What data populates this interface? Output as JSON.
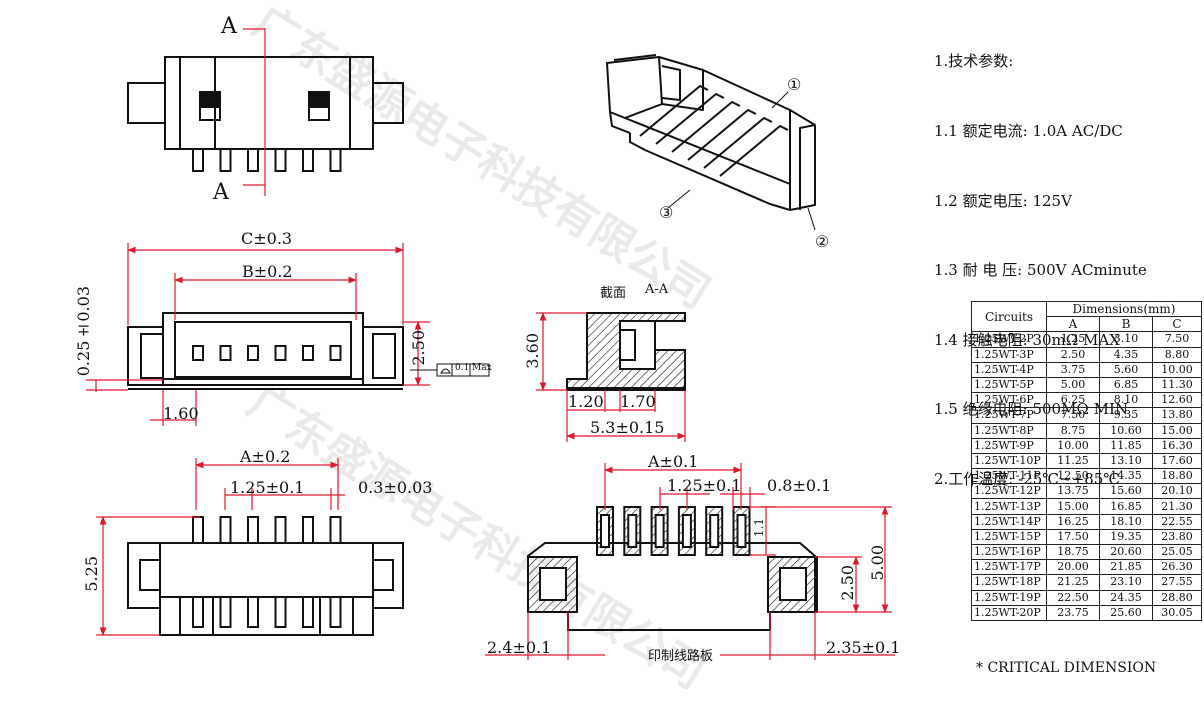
{
  "specs": {
    "heading": "1.技术参数:",
    "items": [
      "1.1 额定电流: 1.0A AC/DC",
      "1.2 额定电压: 125V",
      "1.3 耐 电 压: 500V ACminute",
      "1.4 接触电阻: 30mΩ MAX",
      "1.5 绝缘电阻: 500MΩ MIN",
      "2.工作温度: -25℃~+85℃"
    ]
  },
  "table": {
    "col_circuits": "Circuits",
    "col_dimensions": "Dimensions(mm)",
    "sub_headers": [
      "A",
      "B",
      "C"
    ],
    "rows": [
      [
        "1.25WT-2P",
        "1.25",
        "3.10",
        "7.50"
      ],
      [
        "1.25WT-3P",
        "2.50",
        "4.35",
        "8.80"
      ],
      [
        "1.25WT-4P",
        "3.75",
        "5.60",
        "10.00"
      ],
      [
        "1.25WT-5P",
        "5.00",
        "6.85",
        "11.30"
      ],
      [
        "1.25WT-6P",
        "6.25",
        "8.10",
        "12.60"
      ],
      [
        "1.25WT-7P",
        "7.50",
        "9.35",
        "13.80"
      ],
      [
        "1.25WT-8P",
        "8.75",
        "10.60",
        "15.00"
      ],
      [
        "1.25WT-9P",
        "10.00",
        "11.85",
        "16.30"
      ],
      [
        "1.25WT-10P",
        "11.25",
        "13.10",
        "17.60"
      ],
      [
        "1.25WT-11P",
        "12.50",
        "14.35",
        "18.80"
      ],
      [
        "1.25WT-12P",
        "13.75",
        "15.60",
        "20.10"
      ],
      [
        "1.25WT-13P",
        "15.00",
        "16.85",
        "21.30"
      ],
      [
        "1.25WT-14P",
        "16.25",
        "18.10",
        "22.55"
      ],
      [
        "1.25WT-15P",
        "17.50",
        "19.35",
        "23.80"
      ],
      [
        "1.25WT-16P",
        "18.75",
        "20.60",
        "25.05"
      ],
      [
        "1.25WT-17P",
        "20.00",
        "21.85",
        "26.30"
      ],
      [
        "1.25WT-18P",
        "21.25",
        "23.10",
        "27.55"
      ],
      [
        "1.25WT-19P",
        "22.50",
        "24.35",
        "28.80"
      ],
      [
        "1.25WT-20P",
        "23.75",
        "25.60",
        "30.05"
      ]
    ]
  },
  "critical_note": "* CRITICAL DIMENSION",
  "watermark": "广东盛源电子科技有限公司",
  "labels": {
    "section_a_top": "A",
    "section_a_bottom": "A",
    "callout_1": "①",
    "callout_2": "②",
    "callout_3": "③",
    "dim_c": "C±0.3",
    "dim_b": "B±0.2",
    "dim_025": "0.25±0.03",
    "dim_250": "2.50",
    "dim_160": "1.60",
    "flatness_value": "0.1",
    "flatness_unit": "Max",
    "section_title": "截面",
    "section_name": "A-A",
    "dim_360": "3.60",
    "dim_120": "1.20",
    "dim_170": "1.70",
    "dim_53": "5.3±0.15",
    "dim_a_front": "A±0.2",
    "dim_125_front": "1.25±0.1",
    "dim_03": "0.3±0.03",
    "dim_525": "5.25",
    "dim_a_pcb": "A±0.1",
    "dim_125_pcb": "1.25±0.1",
    "dim_08": "0.8±0.1",
    "dim_11": "1.1",
    "dim_500": "5.00",
    "dim_250_pcb": "2.50",
    "dim_24": "2.4±0.1",
    "dim_235": "2.35±0.1",
    "pcb_title": "印制线路板"
  }
}
